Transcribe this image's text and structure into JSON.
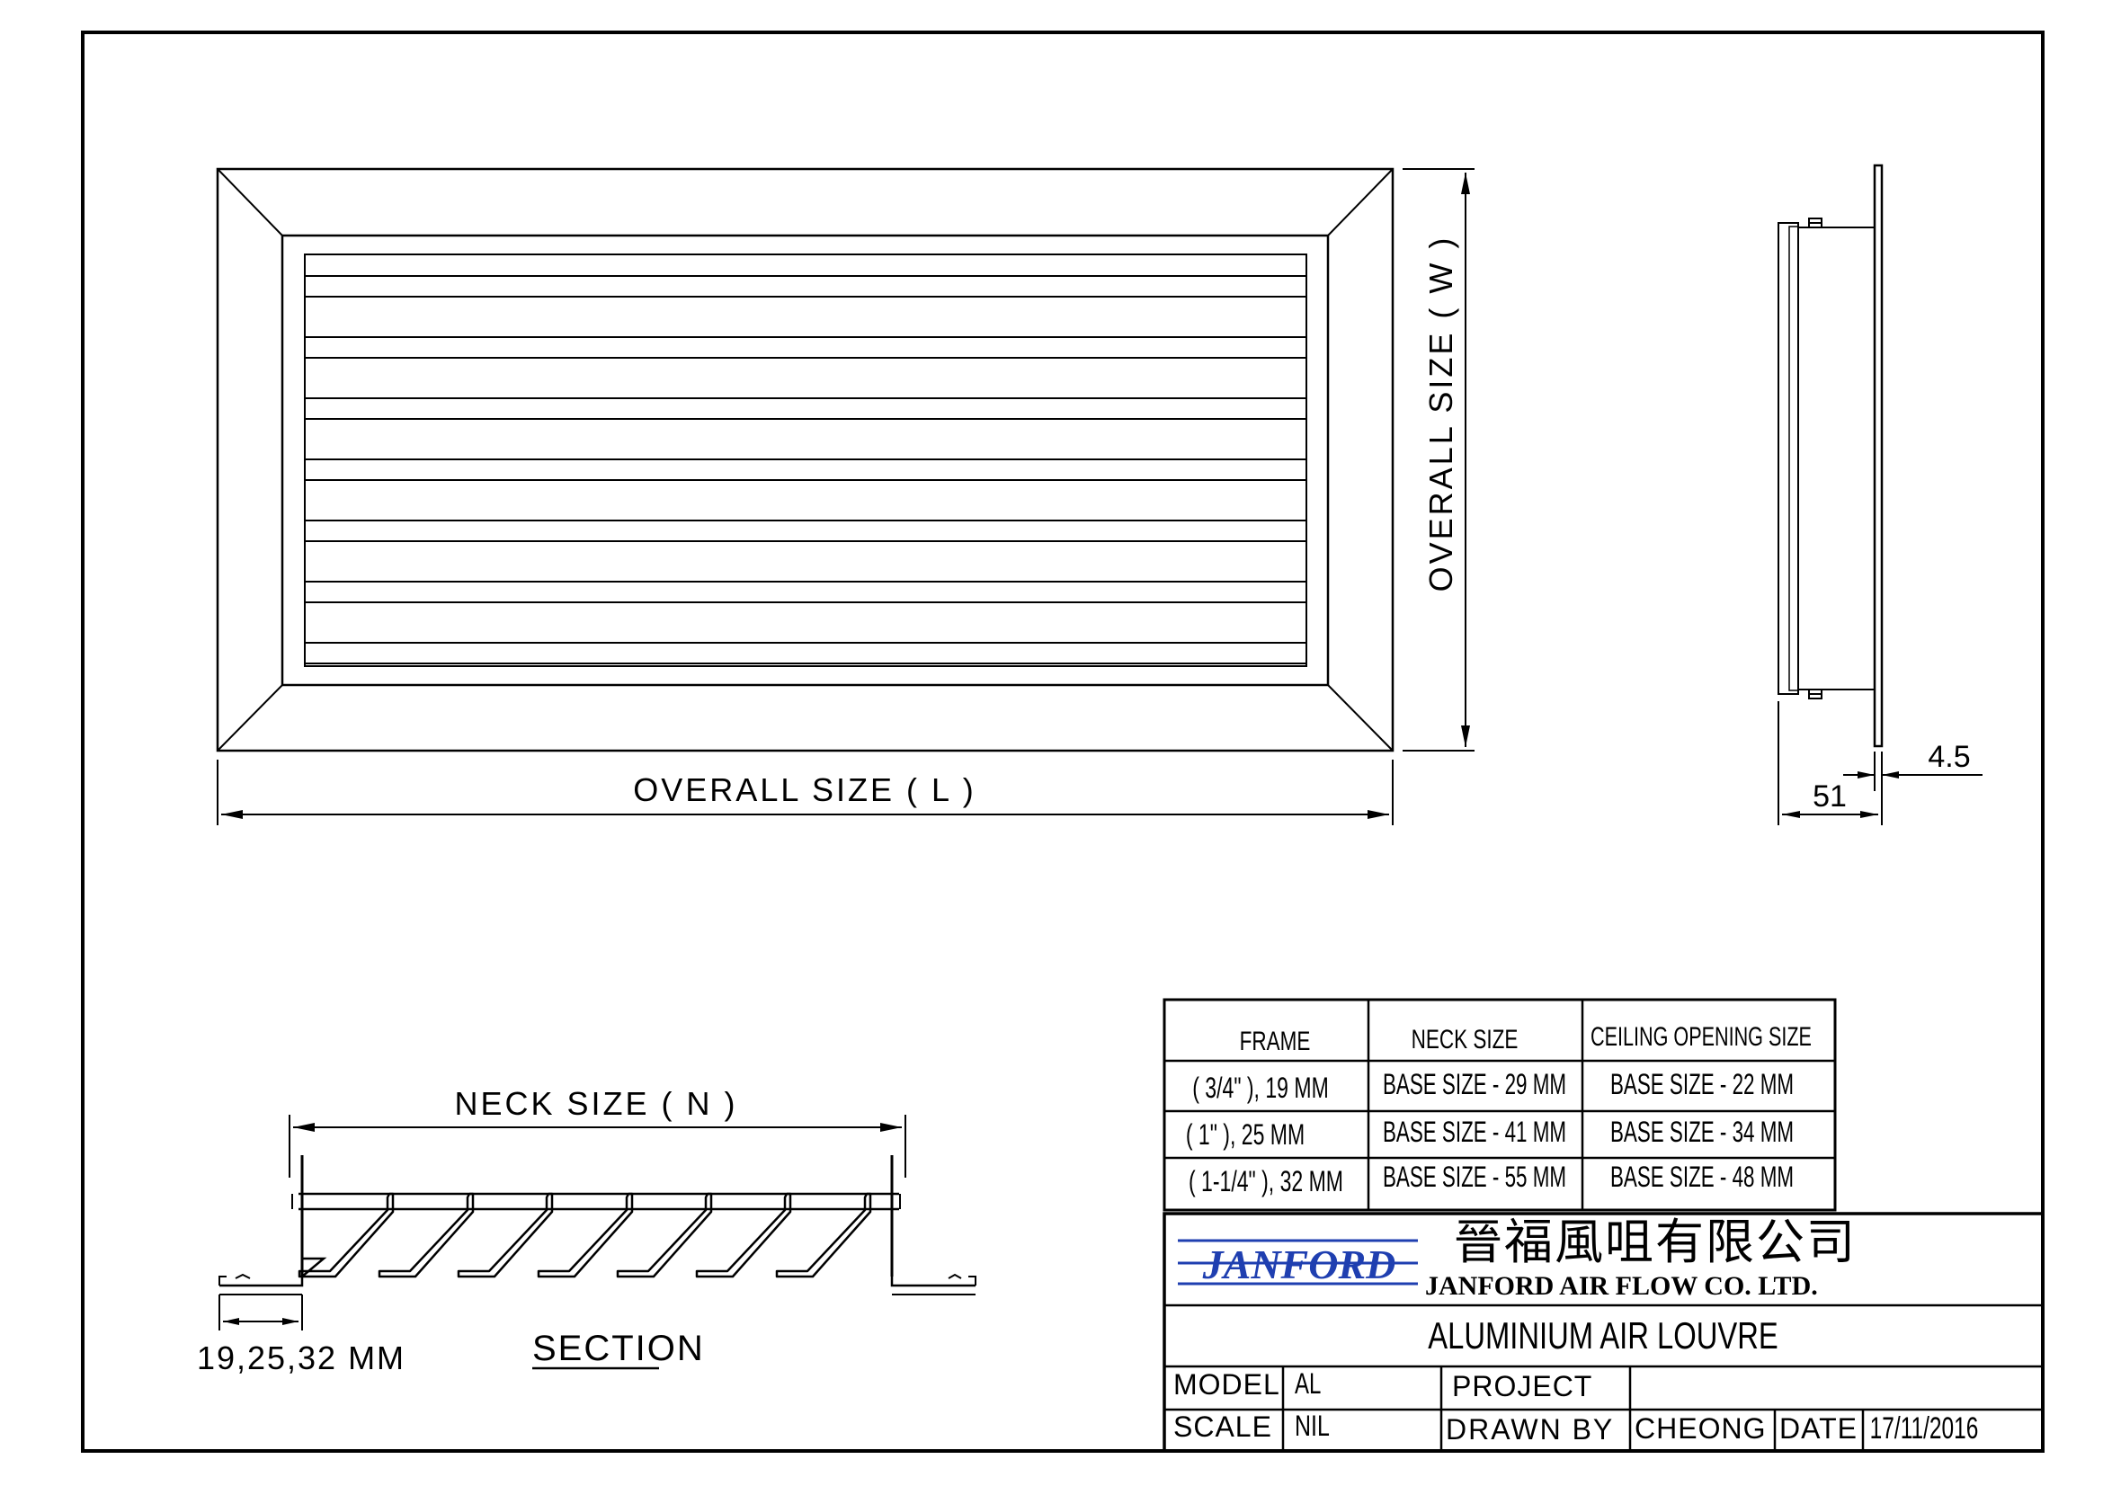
{
  "front_view": {
    "length_label": "OVERALL SIZE ( L )",
    "width_label": "OVERALL SIZE ( W )"
  },
  "side_view": {
    "dim_depth": "51",
    "dim_flange": "4.5"
  },
  "section_view": {
    "neck_label": "NECK SIZE ( N )",
    "frame_label": "19,25,32 MM",
    "title": "SECTION"
  },
  "size_table": {
    "headers": [
      "FRAME",
      "NECK SIZE",
      "CEILING OPENING SIZE"
    ],
    "rows": [
      [
        "( 3/4\" ), 19 MM",
        "BASE SIZE - 29 MM",
        "BASE SIZE - 22 MM"
      ],
      [
        "( 1\" ), 25 MM",
        "BASE SIZE - 41 MM",
        "BASE SIZE - 34 MM"
      ],
      [
        "( 1-1/4\" ), 32 MM",
        "BASE SIZE - 55 MM",
        "BASE SIZE - 48 MM"
      ]
    ]
  },
  "title_block": {
    "logo_text": "JANFORD",
    "company_chinese": "晉福風咀有限公司",
    "company_name": "JANFORD AIR FLOW CO. LTD.",
    "product": "ALUMINIUM AIR LOUVRE",
    "model_label": "MODEL",
    "model_value": "AL",
    "project_label": "PROJECT",
    "project_value": "",
    "scale_label": "SCALE",
    "scale_value": "NIL",
    "drawn_by_label": "DRAWN BY",
    "drawn_by_value": "CHEONG",
    "date_label": "DATE",
    "date_value": "17/11/2016"
  },
  "colors": {
    "line": "#000000",
    "logo": "#1f3fb0"
  }
}
